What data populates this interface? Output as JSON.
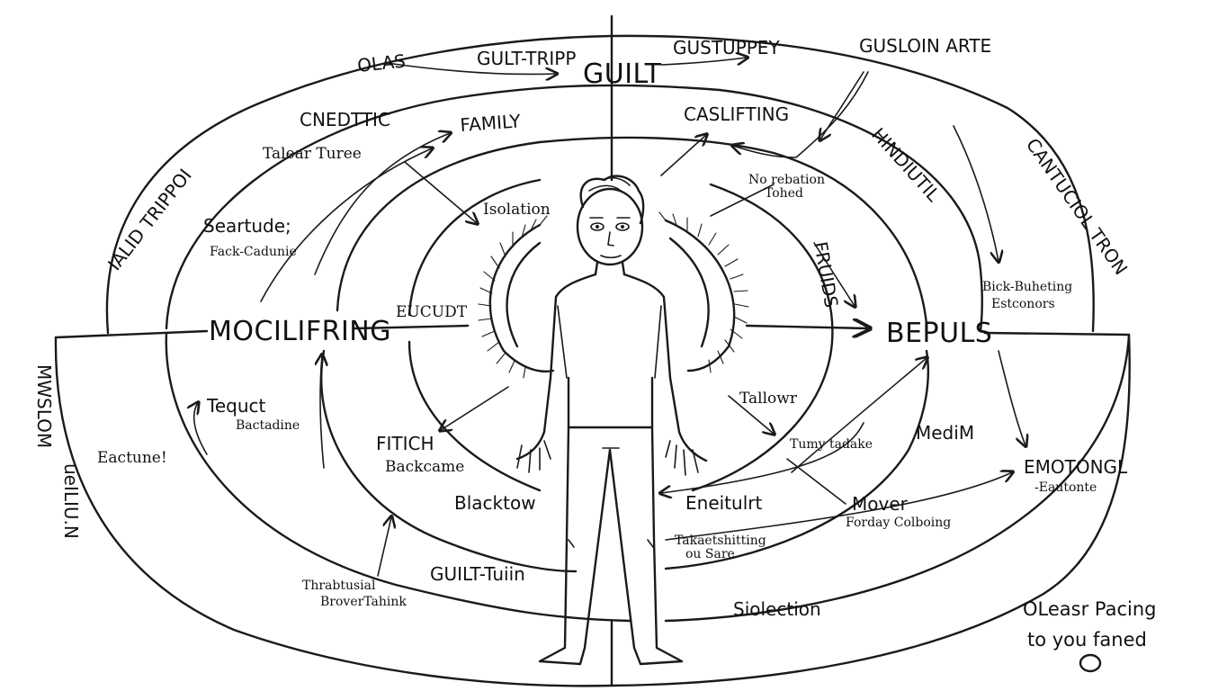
{
  "diagram": {
    "center": {
      "title": "GUILT"
    },
    "labels": {
      "olas": "OLAS",
      "guilt_tripp": "GULT-TRIPP",
      "gustuppey": "GUSTUPPEY",
      "gusloin_arte": "GUSLOIN ARTE",
      "cnedttic": "CNEDTTIC",
      "talear_turee": "Talear Turee",
      "family": "FAMILY",
      "caslifting": "CASLIFTING",
      "hindiutil": "HINDIUTIL",
      "cantuciol_tron": "CANTUCIOL TRON",
      "ialid_trippoi": "IALID TRIPPOI",
      "seartude": "Seartude;",
      "fack_cadunie": "Fack-Cadunie",
      "isolation": "Isolation",
      "no_rebation": "No rebation",
      "tohed": "Tohed",
      "fruids": "FRUIDS",
      "bick_buheting": "Bick-Buheting",
      "estconors": "Estconors",
      "mocilifring": "MOCILIFRING",
      "eucudt": "EUCUDT",
      "bepuls": "BEPULS",
      "mwslom": "MWSLOM",
      "ueilui_n": "ueILIU.N",
      "tequct": "Tequct",
      "bactadine": "Bactadine",
      "eactune": "Eactune!",
      "fitich": "FITICH",
      "backcame": "Backcame",
      "blacktow": "Blacktow",
      "tallowr": "Tallowr",
      "tumy_tadake": "Tumy tadake",
      "medim": "MediM",
      "emotongl": "EMOTONGL",
      "eautonte": "-Eautonte",
      "eneitulrt": "Eneitulrt",
      "mover": "Mover",
      "forday_colboing": "Forday Colboing",
      "takaetshitting": "Takaetshitting",
      "ou_sare": "ou Sare",
      "guilt_tuin": "GUILT-Tuiin",
      "thrabtusial": "Thrabtusial",
      "brover_tabhink": "BroverTahink",
      "siolection": "Siolection"
    },
    "note": {
      "line1": "OLeasr Pacing",
      "line2": "to you fаned"
    }
  }
}
